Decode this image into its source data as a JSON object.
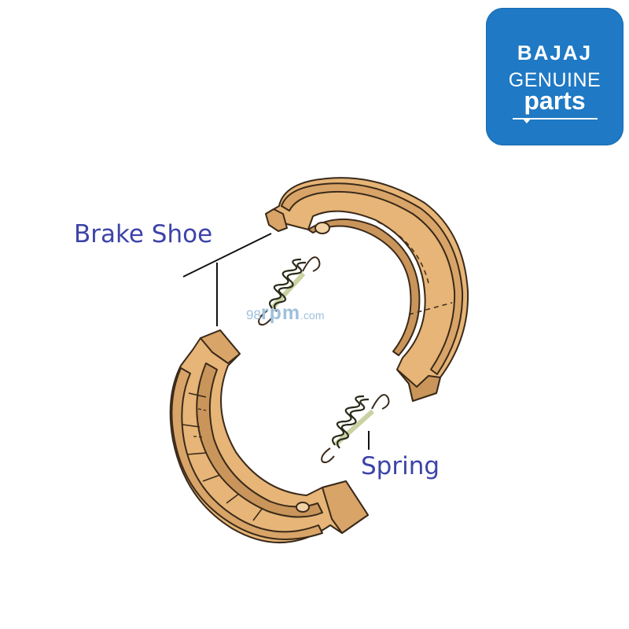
{
  "logo": {
    "brand": "BAJAJ",
    "line2": "GENUINE",
    "line3": "parts",
    "background_color": "#1f79c4"
  },
  "labels": {
    "brake_shoe": "Brake Shoe",
    "spring": "Spring",
    "color": "#3d43a8"
  },
  "watermark": {
    "prefix": "98",
    "main": "rpm",
    "suffix": ".com"
  },
  "colors": {
    "shoe_fill": "#e6b577",
    "shoe_shade": "#c9955a",
    "outline": "#3a2a1a",
    "spring_coil": "#c8d2a2"
  }
}
